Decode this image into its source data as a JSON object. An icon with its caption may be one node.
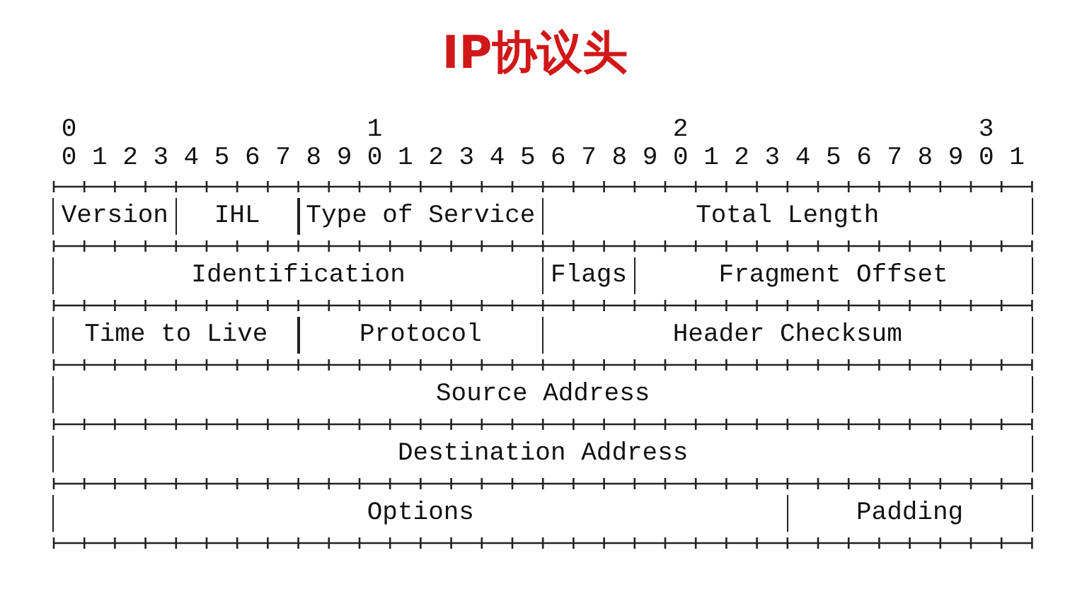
{
  "diagram": {
    "title": "IP协议头",
    "nodes": [
      {
        "text": [
          "Version"
        ]
      },
      {
        "text": [
          "IHL"
        ]
      },
      {
        "text": [
          "Type of Service"
        ]
      },
      {
        "text": [
          "Total Length"
        ]
      },
      {
        "text": [
          "Identification"
        ]
      },
      {
        "text": [
          "Flags"
        ]
      },
      {
        "text": [
          "Fragment Offset"
        ]
      },
      {
        "text": [
          "Time to Live"
        ]
      },
      {
        "text": [
          "Protocol"
        ]
      },
      {
        "text": [
          "Header Checksum"
        ]
      },
      {
        "text": [
          "Source Address"
        ]
      },
      {
        "text": [
          "Destination Address"
        ]
      },
      {
        "text": [
          "Options"
        ]
      },
      {
        "text": [
          "Padding"
        ]
      }
    ],
    "labels": [
      "0",
      "1",
      "2",
      "3",
      "0 1 2 3 4 5 6 7 8 9 0 1 2 3 4 5 6 7 8 9 0 1 2 3 4 5 6 7 8 9 0 1"
    ]
  }
}
